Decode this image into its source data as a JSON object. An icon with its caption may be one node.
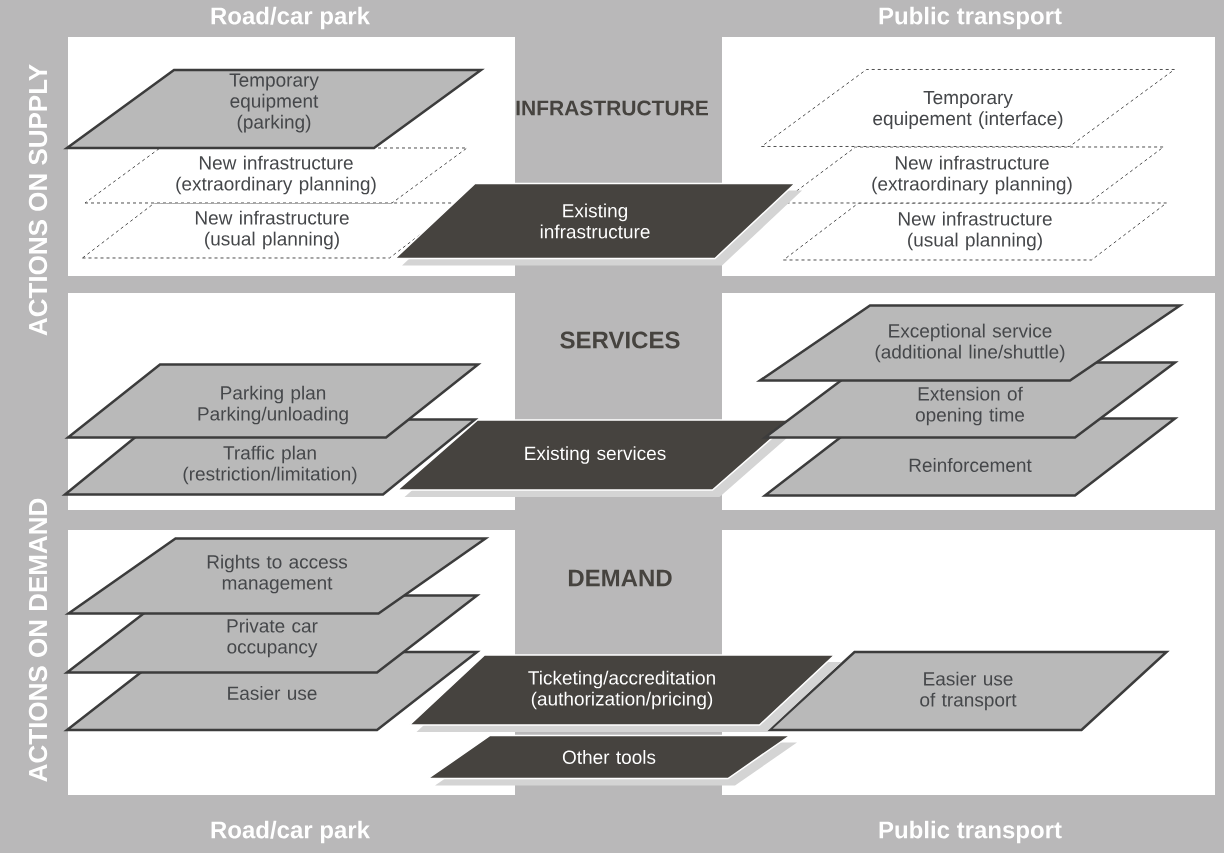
{
  "diagram": {
    "nodes": [
      {
        "text": [
          "Temporary equipment (parking)"
        ]
      },
      {
        "text": [
          "New infrastructure (extraordinary planning)"
        ]
      },
      {
        "text": [
          "New infrastructure (usual planning)"
        ]
      },
      {
        "text": [
          "Existing infrastructure"
        ]
      },
      {
        "text": [
          "Temporary equipement (interface)"
        ]
      },
      {
        "text": [
          "New infrastructure (extraordinary planning)"
        ]
      },
      {
        "text": [
          "New infrastructure (usual planning)"
        ]
      },
      {
        "text": [
          "Parking plan",
          "Parking/unloading"
        ]
      },
      {
        "text": [
          "Traffic plan (restriction/limitation)"
        ]
      },
      {
        "text": [
          "Existing services"
        ]
      },
      {
        "text": [
          "Exceptional service (additional line/shuttle)"
        ]
      },
      {
        "text": [
          "Extension of opening time"
        ]
      },
      {
        "text": [
          "Reinforcement"
        ]
      },
      {
        "text": [
          "Rights to access management"
        ]
      },
      {
        "text": [
          "Private car occupancy"
        ]
      },
      {
        "text": [
          "Easier use"
        ]
      },
      {
        "text": [
          "Ticketing/accreditation (authorization/pricing)"
        ]
      },
      {
        "text": [
          "Other tools"
        ]
      },
      {
        "text": [
          "Easier use of transport"
        ]
      }
    ],
    "labels": [
      "Road/car park",
      "Public transport",
      "INFRASTRUCTURE",
      "SERVICES",
      "DEMAND",
      "Road/car park",
      "Public transport",
      "ACTIONS ON SUPPLY",
      "ACTIONS ON DEMAND"
    ]
  }
}
